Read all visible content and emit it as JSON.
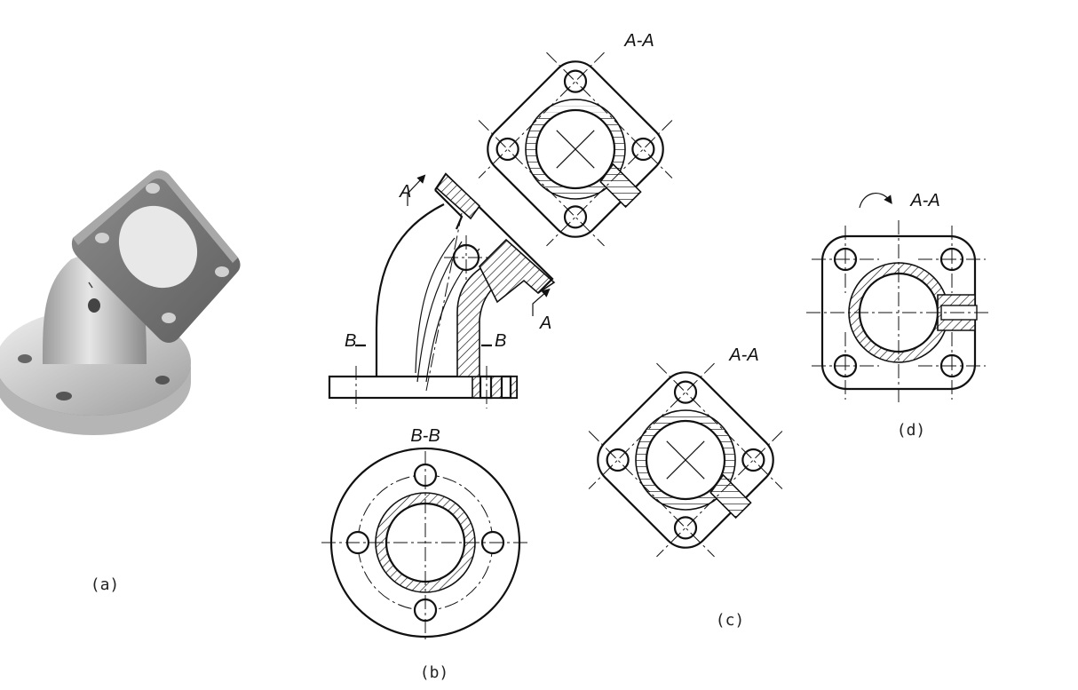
{
  "views": {
    "a": {
      "caption": "(a)"
    },
    "b": {
      "caption": "(b)",
      "section_label": "B-B",
      "cut_left": "B",
      "cut_right": "B",
      "cut_arrow_top": "A",
      "cut_arrow_bottom": "A"
    },
    "top_section": {
      "label": "A-A"
    },
    "c": {
      "caption": "(c)",
      "label": "A-A"
    },
    "d": {
      "caption": "(d)",
      "label": "A-A"
    }
  },
  "colors": {
    "line": "#111111",
    "shade_dark": "#6e6e6e",
    "shade_light": "#d8d8d8",
    "background": "#ffffff"
  }
}
